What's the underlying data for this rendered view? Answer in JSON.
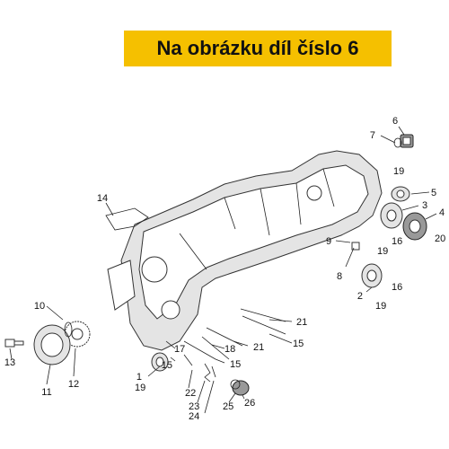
{
  "banner": {
    "text": "Na obrázku díl číslo 6"
  },
  "labels": [
    "1",
    "2",
    "3",
    "4",
    "5",
    "6",
    "7",
    "8",
    "9",
    "10",
    "11",
    "12",
    "13",
    "14",
    "15",
    "15",
    "15",
    "16",
    "16",
    "17",
    "18",
    "19",
    "19",
    "19",
    "19",
    "20",
    "21",
    "21",
    "22",
    "23",
    "24",
    "25",
    "26"
  ]
}
